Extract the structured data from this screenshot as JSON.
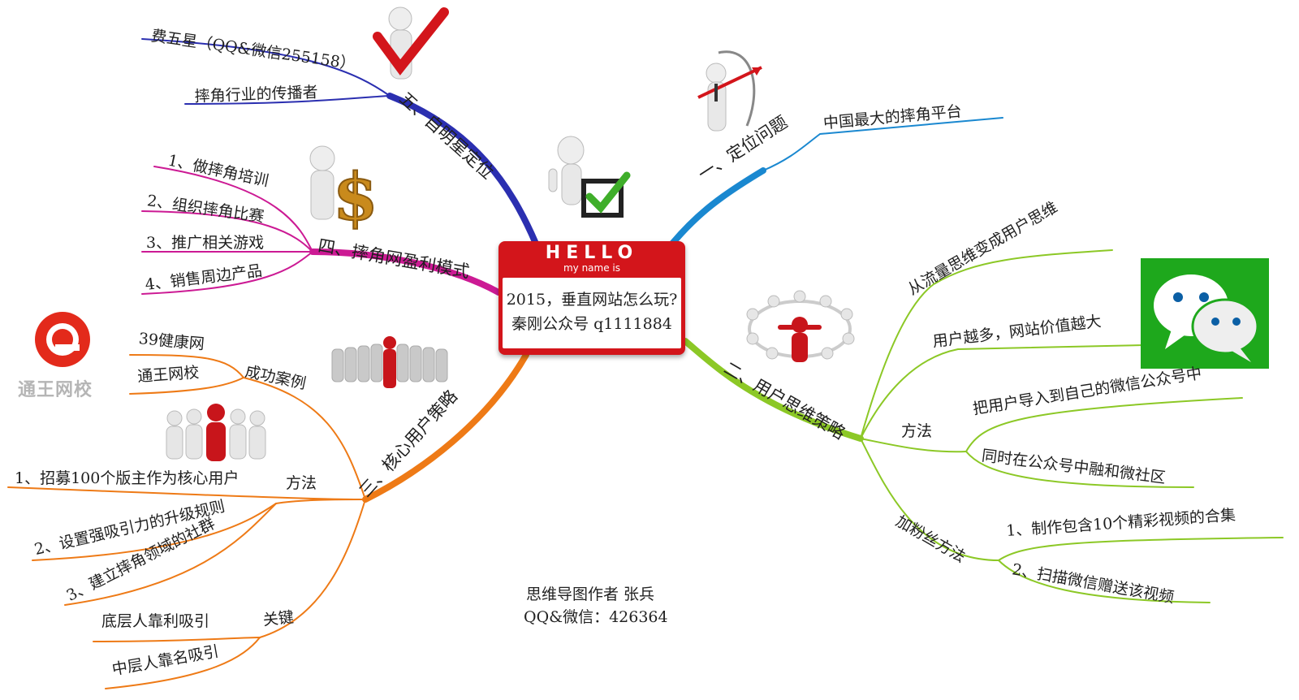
{
  "center": {
    "hello": "HELLO",
    "subtitle": "my name is",
    "line1": "2015，垂直网站怎么玩?",
    "line2": "秦刚公众号 q1111884"
  },
  "branch1": {
    "title": "一、定位问题",
    "items": [
      "中国最大的摔角平台"
    ]
  },
  "branch2": {
    "title": "二、用户思维策略",
    "items": [
      "从流量思维变成用户思维",
      "用户越多，网站价值越大"
    ],
    "method": {
      "label": "方法",
      "items": [
        "把用户导入到自己的微信公众号中",
        "同时在公众号中融和微社区"
      ]
    },
    "fans": {
      "label": "加粉丝方法",
      "items": [
        "1、制作包含10个精彩视频的合集",
        "2、扫描微信赠送该视频"
      ]
    }
  },
  "branch3": {
    "title": "三、核心用户策略",
    "cases": {
      "label": "成功案例",
      "items": [
        "39健康网",
        "通王网校"
      ]
    },
    "method": {
      "label": "方法",
      "items": [
        "1、招募100个版主作为核心用户",
        "2、设置强吸引力的升级规则",
        "3、建立摔角领域的社群"
      ]
    },
    "key": {
      "label": "关键",
      "items": [
        "底层人靠利吸引",
        "中层人靠名吸引"
      ]
    }
  },
  "branch4": {
    "title": "四、摔角网盈利模式",
    "items": [
      "1、做摔角培训",
      "2、组织摔角比赛",
      "3、推广相关游戏",
      "4、销售周边产品"
    ]
  },
  "branch5": {
    "title": "五、自明星定位",
    "items": [
      "费五星（QQ&微信255158）",
      "摔角行业的传播者"
    ]
  },
  "author": {
    "line1": "思维导图作者 张兵",
    "line2": "QQ&微信：426364"
  },
  "logo_text": "通王网校",
  "colors": {
    "branch1": "#1a88d0",
    "branch2": "#8cc826",
    "branch3": "#ee7a16",
    "branch4": "#cc1a94",
    "branch5": "#2b2fb0",
    "card": "#d3151b",
    "wechat_green": "#1ea81c"
  }
}
